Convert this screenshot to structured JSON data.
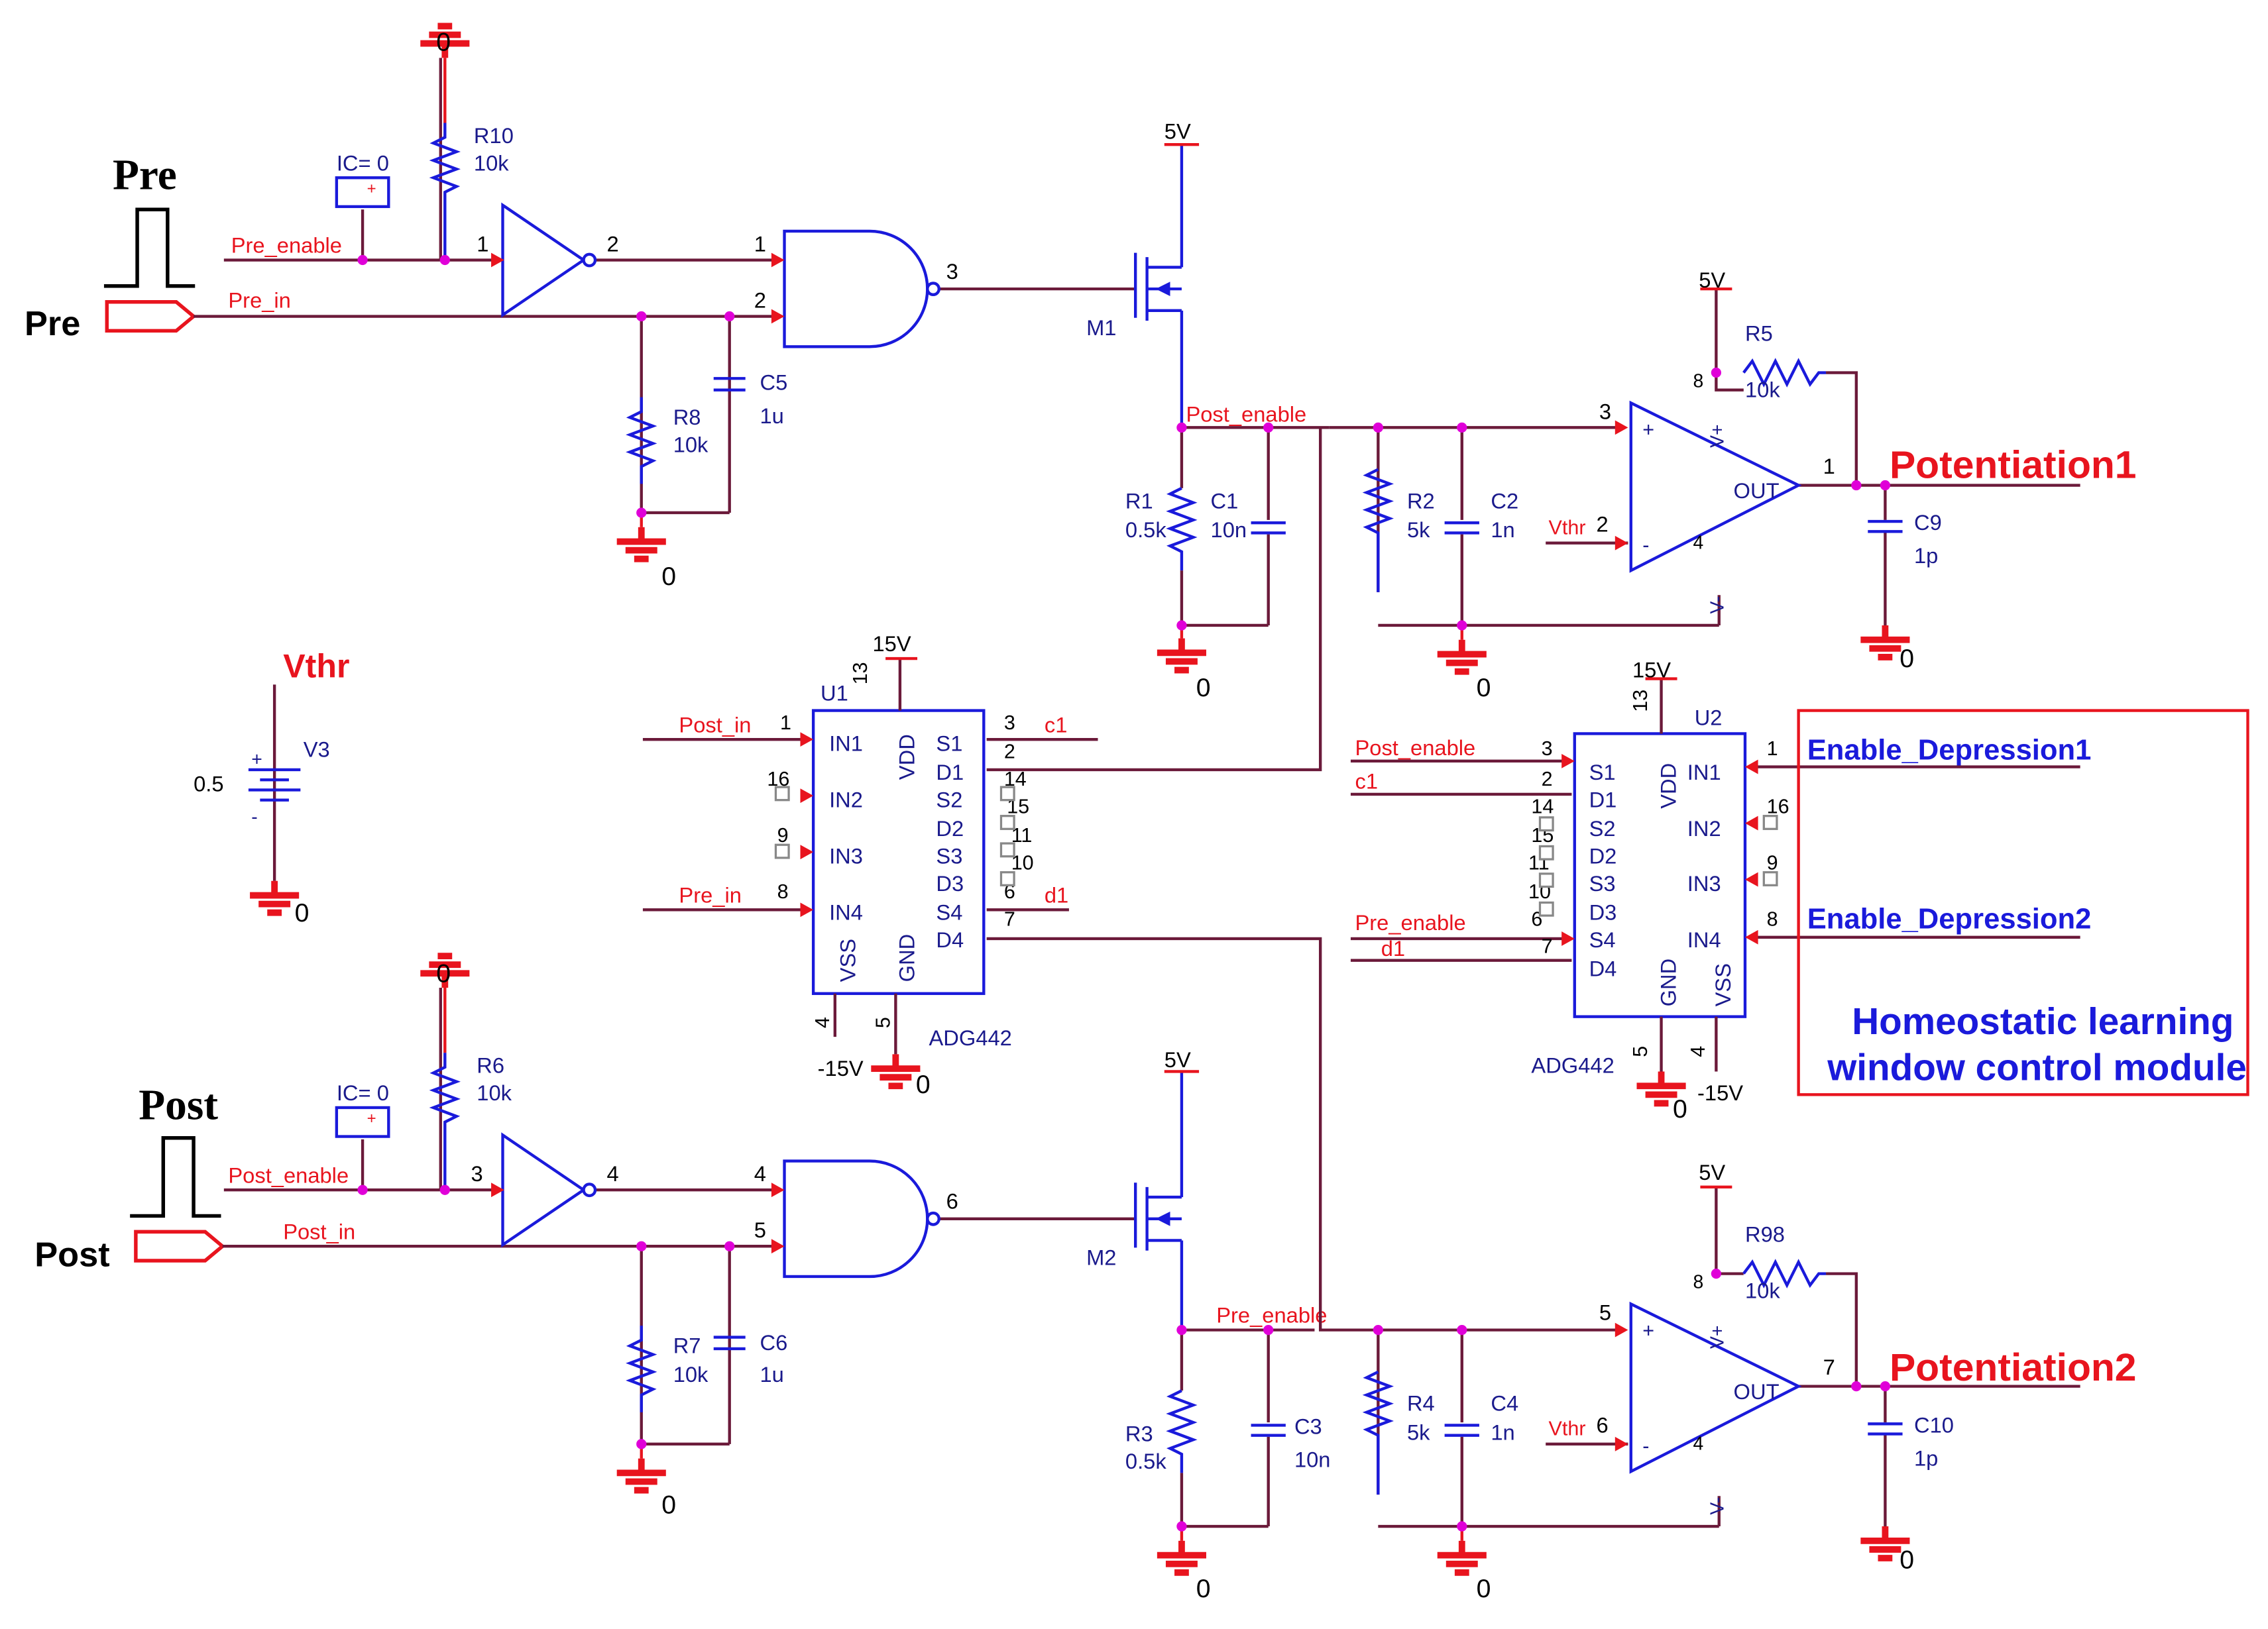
{
  "left_labels": {
    "pre_title": "Pre",
    "pre_port": "Pre",
    "post_title": "Post",
    "post_port": "Post"
  },
  "outputs": {
    "p1": "Potentiation1",
    "p2": "Potentiation2"
  },
  "vthr_source": {
    "title": "Vthr",
    "name": "V3",
    "value": "0.5",
    "ground": "0"
  },
  "nets": {
    "pre_enable": "Pre_enable",
    "pre_in": "Pre_in",
    "post_enable": "Post_enable",
    "post_in": "Post_in",
    "post_in_u1": "Post_in",
    "pre_in_u1": "Pre_in",
    "post_enable_u2": "Post_enable",
    "pre_enable_u2": "Pre_enable",
    "c1a": "c1",
    "d1a": "d1",
    "c1b": "c1",
    "d1b": "d1",
    "vthr1": "Vthr",
    "vthr2": "Vthr",
    "post_enable_r1": "Post_enable",
    "pre_enable_r3": "Pre_enable"
  },
  "supplies": {
    "v5": "5V",
    "v15": "15V",
    "vm15": "-15V",
    "gnd": "0",
    "ic": "IC= 0"
  },
  "components": {
    "r10": [
      "R10",
      "10k"
    ],
    "r8": [
      "R8",
      "10k"
    ],
    "c5": [
      "C5",
      "1u"
    ],
    "r6": [
      "R6",
      "10k"
    ],
    "r7": [
      "R7",
      "10k"
    ],
    "c6": [
      "C6",
      "1u"
    ],
    "m1": "M1",
    "m2": "M2",
    "r1": [
      "R1",
      "0.5k"
    ],
    "c1": [
      "C1",
      "10n"
    ],
    "r3": [
      "R3",
      "0.5k"
    ],
    "c3": [
      "C3",
      "10n"
    ],
    "r2": [
      "R2",
      "5k"
    ],
    "c2": [
      "C2",
      "1n"
    ],
    "r4": [
      "R4",
      "5k"
    ],
    "c4": [
      "C4",
      "1n"
    ],
    "r5": [
      "R5",
      "10k"
    ],
    "r98": [
      "R98",
      "10k"
    ],
    "c9": [
      "C9",
      "1p"
    ],
    "c10": [
      "C10",
      "1p"
    ]
  },
  "u1": {
    "name": "U1",
    "part": "ADG442",
    "left": [
      "IN1",
      "IN2",
      "IN3",
      "IN4"
    ],
    "right": [
      "S1",
      "D1",
      "S2",
      "D2",
      "S3",
      "D3",
      "S4",
      "D4"
    ],
    "top": "VDD",
    "bottom": [
      "VSS",
      "GND"
    ]
  },
  "u2": {
    "name": "U2",
    "part": "ADG442",
    "left": [
      "S1",
      "D1",
      "S2",
      "D2",
      "S3",
      "D3",
      "S4",
      "D4"
    ],
    "right": [
      "IN1",
      "IN2",
      "IN3",
      "IN4"
    ],
    "top": "VDD",
    "bottom": [
      "GND",
      "VSS"
    ]
  },
  "opamp": {
    "out": "OUT",
    "vplus": "V+",
    "vminus": "V-",
    "plus": "+",
    "minus": "-"
  },
  "pins": {
    "inv1_in": "1",
    "inv1_out": "2",
    "and1_a": "1",
    "and1_b": "2",
    "and1_out": "3",
    "inv2_in": "3",
    "inv2_out": "4",
    "and2_a": "4",
    "and2_b": "5",
    "and2_out": "6",
    "oa1_p": "3",
    "oa1_n": "2",
    "oa1_v": "8",
    "oa1_g": "4",
    "oa1_o": "1",
    "oa2_p": "5",
    "oa2_n": "6",
    "oa2_v": "8",
    "oa2_g": "4",
    "oa2_o": "7",
    "u1_13": "13",
    "u1_4": "4",
    "u1_5": "5",
    "u1_1": "1",
    "u1_16": "16",
    "u1_9": "9",
    "u1_8": "8",
    "u1_3": "3",
    "u1_2": "2",
    "u1_14": "14",
    "u1_15": "15",
    "u1_11": "11",
    "u1_10": "10",
    "u1_6": "6",
    "u1_7": "7",
    "u2_13": "13",
    "u2_5": "5",
    "u2_4": "4",
    "u2_3": "3",
    "u2_2": "2",
    "u2_14": "14",
    "u2_15": "15",
    "u2_11": "11",
    "u2_10": "10",
    "u2_6": "6",
    "u2_7": "7",
    "u2_1": "1",
    "u2_16": "16",
    "u2_9": "9",
    "u2_8": "8"
  },
  "module": {
    "en_dep1": "Enable_Depression1",
    "en_dep2": "Enable_Depression2",
    "title_line1": "Homeostatic learning",
    "title_line2": "window control module"
  }
}
